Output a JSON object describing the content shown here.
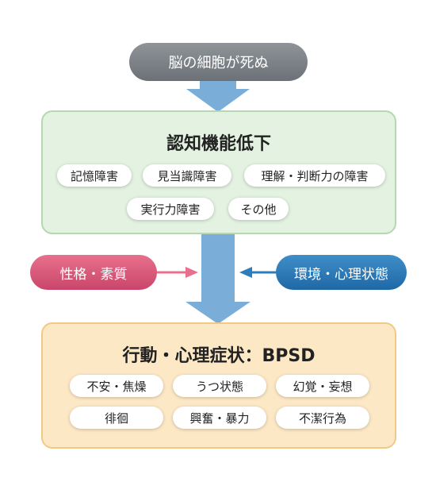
{
  "start_label": "脳の細胞が死ぬ",
  "cognitive": {
    "title": "認知機能低下",
    "items": [
      "記憶障害",
      "見当識障害",
      "理解・判断力の障害",
      "実行力障害",
      "その他"
    ]
  },
  "factors": {
    "left": "性格・素質",
    "right": "環境・心理状態"
  },
  "bpsd": {
    "title": "行動・心理症状：BPSD",
    "items": [
      "不安・焦燥",
      "うつ状態",
      "幻覚・妄想",
      "徘徊",
      "興奮・暴力",
      "不潔行為"
    ]
  },
  "colors": {
    "arrow": "#7aaed9",
    "left_factor": "#d9577a",
    "right_factor": "#2f7cba",
    "green_panel": "#e3f2e1",
    "orange_panel": "#fde8c6"
  }
}
